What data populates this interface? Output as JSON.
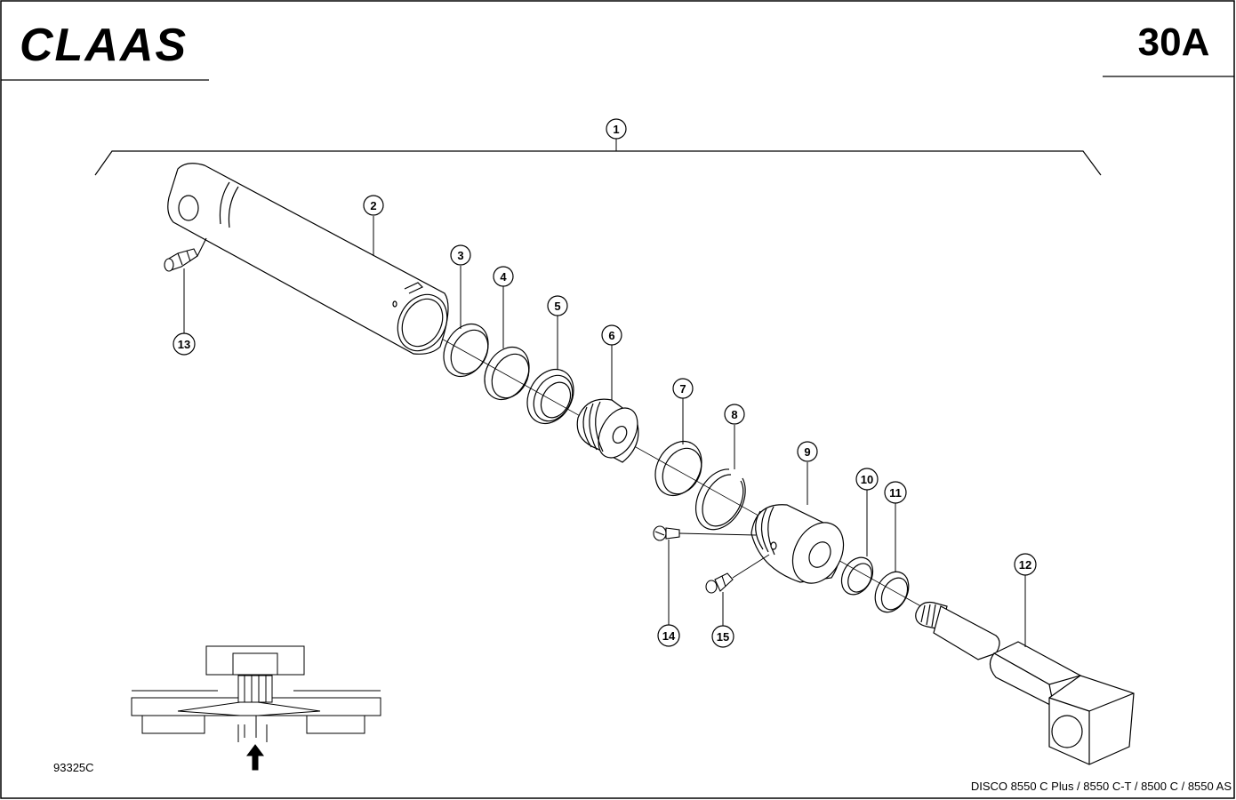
{
  "header": {
    "brand": "CLAAS",
    "page_number": "30A"
  },
  "callouts": [
    "1",
    "2",
    "3",
    "4",
    "5",
    "6",
    "7",
    "8",
    "9",
    "10",
    "11",
    "12",
    "13",
    "14",
    "15"
  ],
  "footer": {
    "figure_code": "93325C",
    "models": "DISCO 8550 C Plus / 8550 C-T / 8500 C / 8550 AS"
  },
  "icons": {
    "logo": "claas-logo",
    "arrow": "locator-arrow-icon"
  }
}
